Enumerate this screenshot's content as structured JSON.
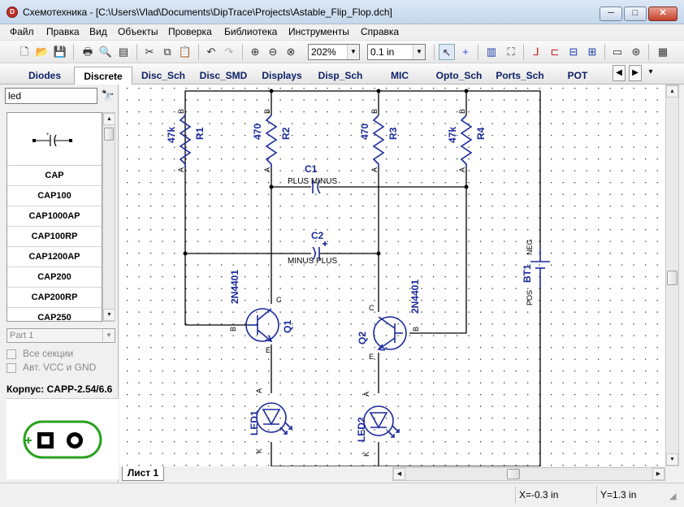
{
  "window": {
    "title": "Схемотехника - [C:\\Users\\Vlad\\Documents\\DipTrace\\Projects\\Astable_Flip_Flop.dch]",
    "minimize_glyph": "─",
    "maximize_glyph": "□",
    "close_glyph": "✕"
  },
  "menu": [
    "Файл",
    "Правка",
    "Вид",
    "Объекты",
    "Проверка",
    "Библиотека",
    "Инструменты",
    "Справка"
  ],
  "toolbar": {
    "zoom_value": "202%",
    "grid_value": "0.1 in"
  },
  "library_tabs": [
    "Diodes",
    "Discrete",
    "Disc_Sch",
    "Disc_SMD",
    "Displays",
    "Disp_Sch",
    "MIC",
    "Opto_Sch",
    "Ports_Sch",
    "POT"
  ],
  "active_library_tab": "Discrete",
  "search": {
    "value": "led"
  },
  "components": [
    "CAP",
    "CAP100",
    "CAP1000AP",
    "CAP100RP",
    "CAP1200AP",
    "CAP200",
    "CAP200RP",
    "CAP250"
  ],
  "part_select": {
    "value": "Part 1"
  },
  "options": {
    "all_sections": "Все секции",
    "auto_vcc_gnd": "Авт. VCC и GND"
  },
  "package": {
    "label": "Корпус: CAPP-2.54/6.6"
  },
  "schematic": {
    "resistors": [
      {
        "ref": "R1",
        "value": "47k"
      },
      {
        "ref": "R2",
        "value": "470"
      },
      {
        "ref": "R3",
        "value": "470"
      },
      {
        "ref": "R4",
        "value": "47k"
      }
    ],
    "pin_labels": {
      "a": "A",
      "b": "B",
      "c": "C",
      "e": "E",
      "k": "K"
    },
    "capacitors": [
      {
        "ref": "C1",
        "pins": "PLUS MINUS"
      },
      {
        "ref": "C2",
        "pins": "MINUS PLUS"
      }
    ],
    "transistors": [
      {
        "ref": "Q1",
        "value": "2N4401"
      },
      {
        "ref": "Q2",
        "value": "2N4401"
      }
    ],
    "leds": [
      {
        "ref": "LED1"
      },
      {
        "ref": "LED2"
      }
    ],
    "battery": {
      "ref": "BT1",
      "pos": "POS",
      "neg": "NEG"
    }
  },
  "sheet_tab": "Лист 1",
  "status": {
    "x": "X=-0.3 in",
    "y": "Y=1.3 in"
  },
  "colors": {
    "wire": "#000000",
    "symbol": "#1a2a9a",
    "footprint_green": "#2aa020",
    "canvas_bg": "#ffffff"
  }
}
